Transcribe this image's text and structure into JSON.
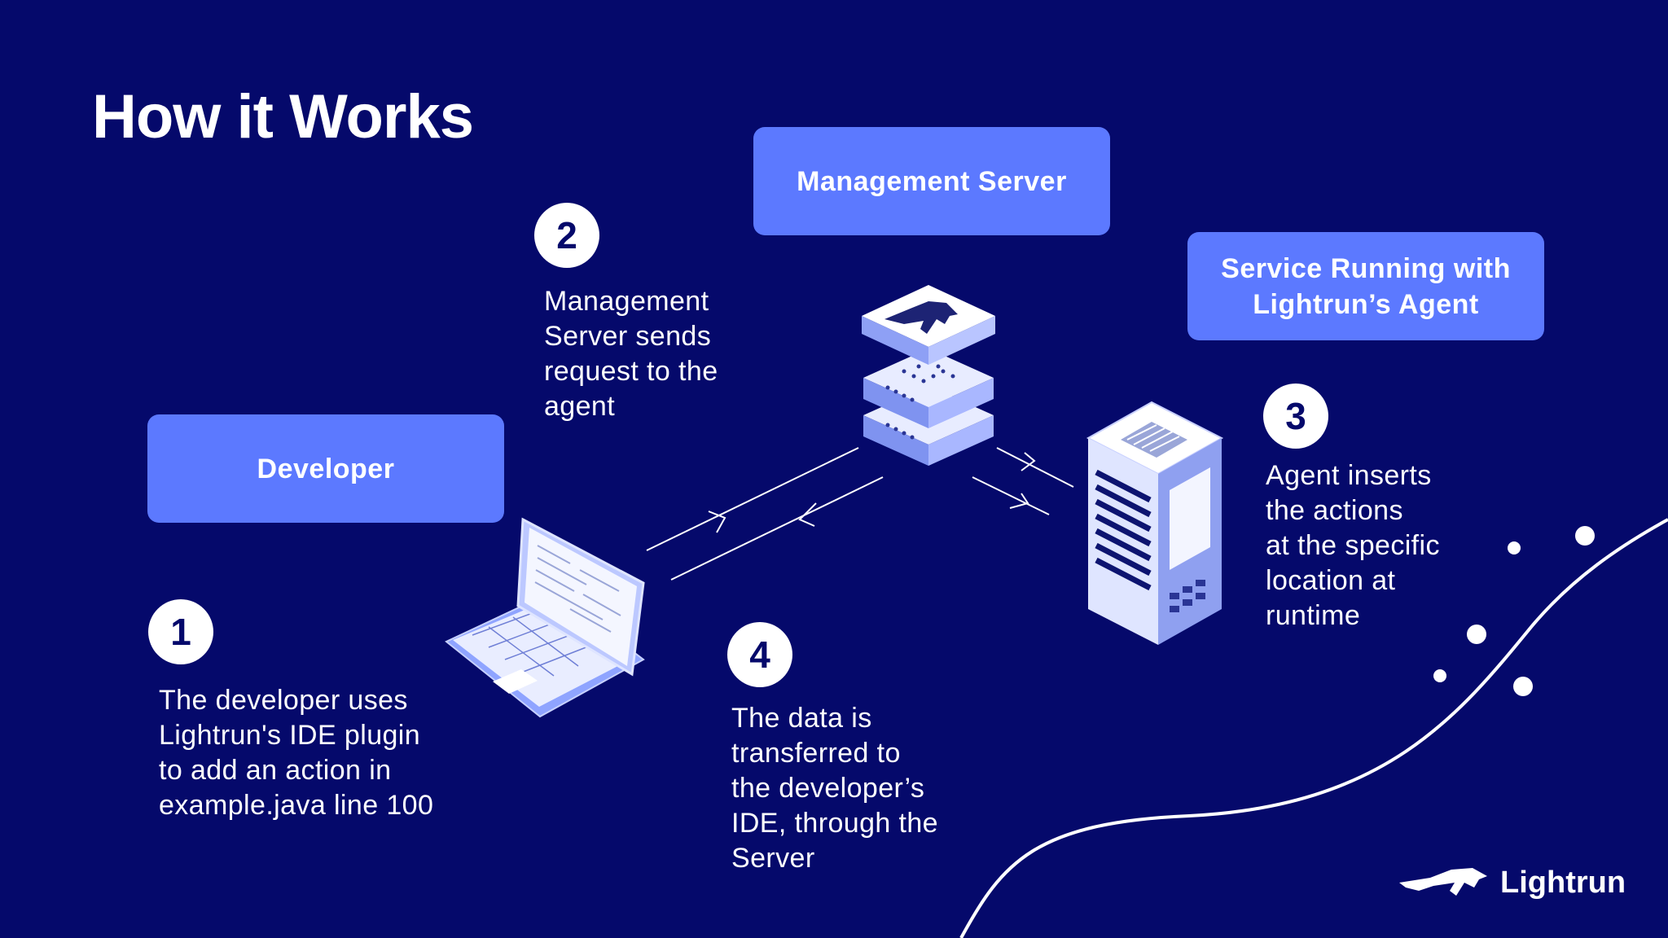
{
  "title": "How it Works",
  "boxes": {
    "developer": "Developer",
    "management_server": "Management Server",
    "service": "Service Running with\nLightrun’s Agent"
  },
  "steps": [
    {
      "number": "1",
      "text": "The developer uses\nLightrun's IDE plugin\nto add an action in\nexample.java line 100"
    },
    {
      "number": "2",
      "text": "Management\nServer sends\nrequest to the\nagent"
    },
    {
      "number": "3",
      "text": "Agent inserts\nthe actions\nat the specific\nlocation at\nruntime"
    },
    {
      "number": "4",
      "text": "The data is\ntransferred to\nthe developer’s\nIDE, through the\nServer"
    }
  ],
  "illustrations": {
    "laptop": "laptop-icon",
    "server_stack": "server-stack-icon",
    "service_tower": "server-tower-icon"
  },
  "logo": {
    "text": "Lightrun",
    "icon": "cheetah-logo-icon"
  },
  "colors": {
    "background": "#05096b",
    "box": "#5c79ff",
    "text": "#ffffff",
    "badge_text": "#05096b"
  }
}
